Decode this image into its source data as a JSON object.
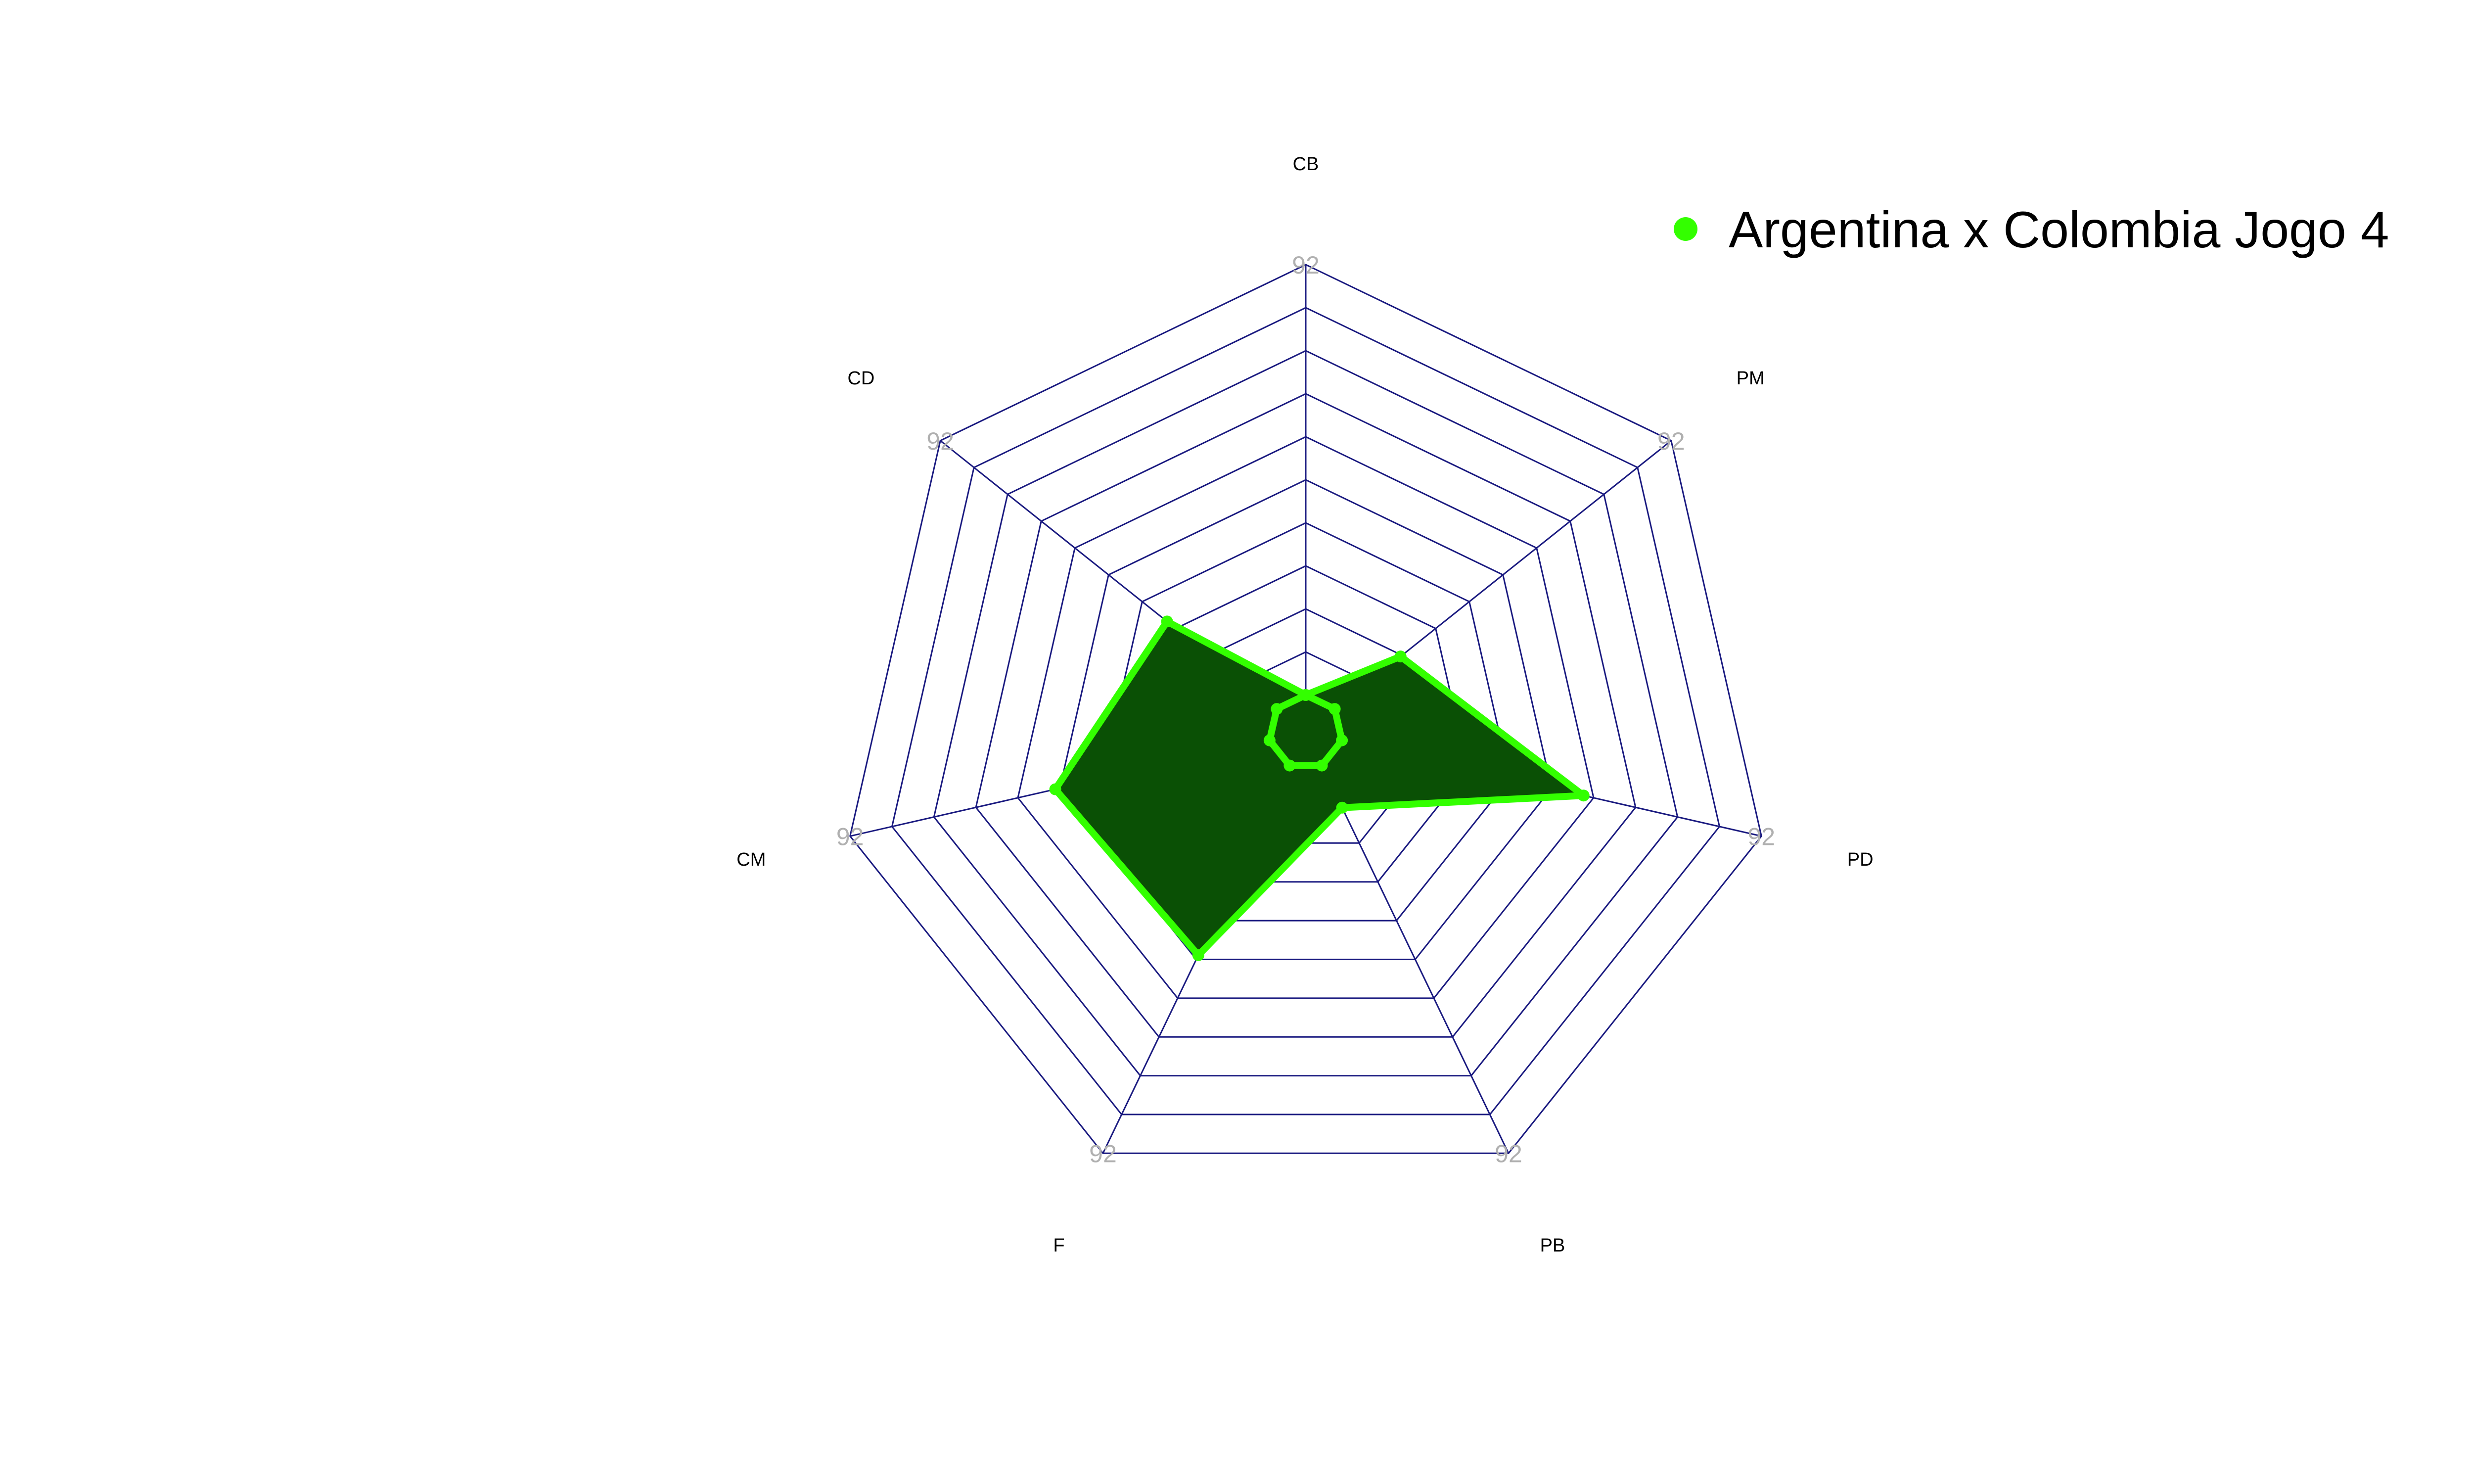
{
  "chart_data": {
    "type": "radar",
    "title": "",
    "axes": [
      "CB",
      "PM",
      "PD",
      "PB",
      "F",
      "CM",
      "CD"
    ],
    "axis_max_label": "92",
    "range": [
      0,
      92
    ],
    "rings": 11,
    "series": [
      {
        "name": "Argentina x Colombia Jogo 4",
        "values": [
          0,
          18,
          53,
          10,
          45,
          47,
          30
        ],
        "color": "#33ff00",
        "fill": "#0a5005"
      },
      {
        "name": "",
        "values": [
          0,
          0,
          0,
          0,
          0,
          0,
          0
        ],
        "color": "#33ff00"
      }
    ],
    "legend_position": "top-right",
    "grid_color": "#1a1a80"
  }
}
